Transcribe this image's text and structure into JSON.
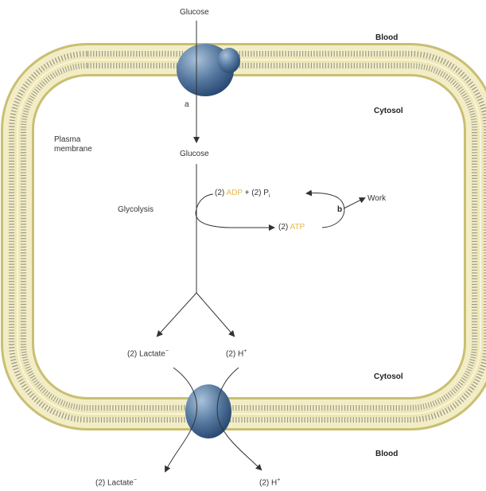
{
  "colors": {
    "membrane_fill": "#efe7b5",
    "membrane_head": "#c9bf72",
    "protein_light": "#7fa1c4",
    "protein_dark": "#2b4f7c",
    "arrow": "#333333",
    "highlight": "#e9b84a"
  },
  "labels": {
    "glucose_top": "Glucose",
    "blood_top": "Blood",
    "a": "a",
    "cytosol_top": "Cytosol",
    "plasma_membrane_1": "Plasma",
    "plasma_membrane_2": "membrane",
    "glucose_inside": "Glucose",
    "glycolysis": "Glycolysis",
    "adp_count": "(2)",
    "adp": "ADP",
    "plus_pi": "+ (2) P",
    "pi_sub": "i",
    "b": "b",
    "work": "Work",
    "atp_count": "(2)",
    "atp": "ATP",
    "lactate_inside": "(2) Lactate",
    "lactate_sup": "−",
    "h_inside": "(2) H",
    "h_sup": "+",
    "cytosol_bottom": "Cytosol",
    "blood_bottom": "Blood",
    "lactate_outside": "(2) Lactate",
    "lactate_out_sup": "−",
    "h_outside": "(2) H",
    "h_out_sup": "+"
  }
}
